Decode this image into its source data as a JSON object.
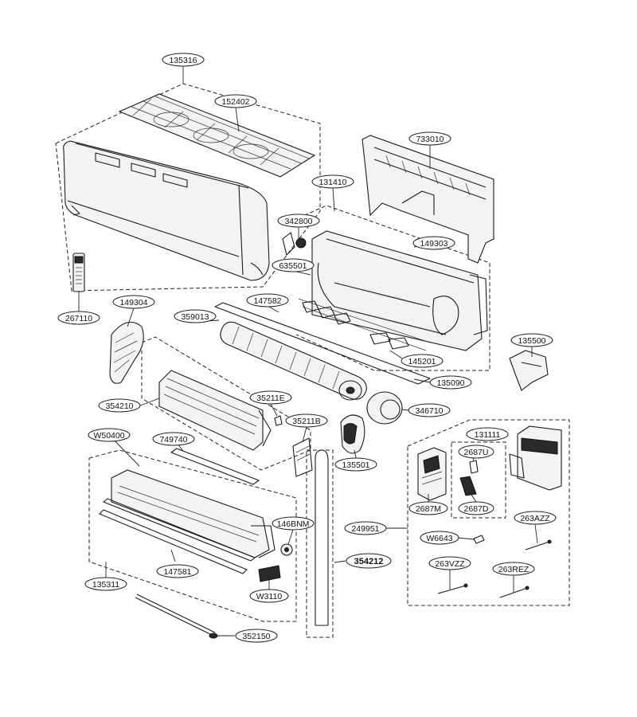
{
  "colors": {
    "line": "#1a1a1a",
    "background": "#ffffff",
    "part_fill": "#f3f3f3"
  },
  "parts": {
    "p135316": "135316",
    "p152402": "152402",
    "p733010": "733010",
    "p131410": "131410",
    "p342800": "342800",
    "p149303": "149303",
    "p635501": "635501",
    "p267110": "267110",
    "p149304": "149304",
    "p147582": "147582",
    "p359013": "359013",
    "p135500": "135500",
    "p145201": "145201",
    "p135090": "135090",
    "p354210": "354210",
    "p35211E": "35211E",
    "p346710": "346710",
    "p35211B": "35211B",
    "p131111": "131111",
    "pW50400": "W50400",
    "p749740": "749740",
    "p135501": "135501",
    "p2687U": "2687U",
    "p2687M": "2687M",
    "p2687D": "2687D",
    "p146BNM": "146BNM",
    "p249951": "249951",
    "pW6643": "W6643",
    "p263AZZ": "263AZZ",
    "p354212": "354212",
    "p263VZZ": "263VZZ",
    "p263REZ": "263REZ",
    "p147581": "147581",
    "pW3110": "W3110",
    "p135311": "135311",
    "p352150": "352150"
  }
}
